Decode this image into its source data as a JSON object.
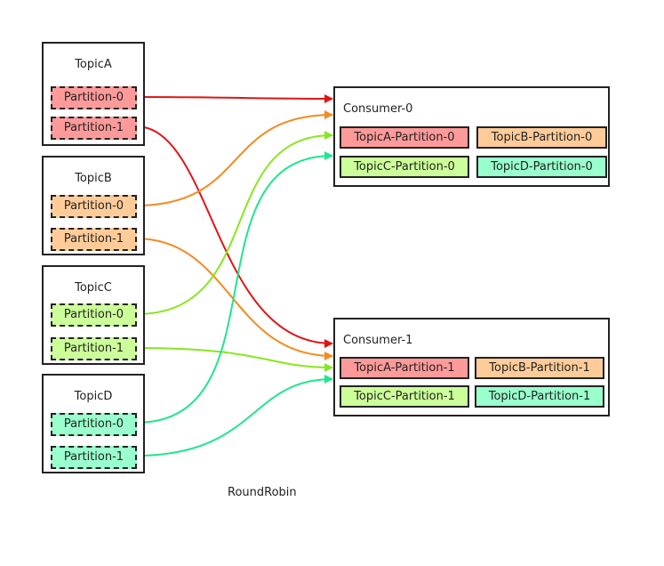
{
  "colors": {
    "topicA": "#ff9a9a",
    "topicB": "#ffcc99",
    "topicC": "#ccff99",
    "topicD": "#99ffcc",
    "edgeA": "#e11414",
    "edgeB": "#f58a1f",
    "edgeC": "#88e61e",
    "edgeD": "#1ee68c"
  },
  "topics": [
    {
      "title": "TopicA",
      "partitions": [
        "Partition-0",
        "Partition-1"
      ]
    },
    {
      "title": "TopicB",
      "partitions": [
        "Partition-0",
        "Partition-1"
      ]
    },
    {
      "title": "TopicC",
      "partitions": [
        "Partition-0",
        "Partition-1"
      ]
    },
    {
      "title": "TopicD",
      "partitions": [
        "Partition-0",
        "Partition-1"
      ]
    }
  ],
  "consumers": [
    {
      "title": "Consumer-0",
      "assignments": [
        "TopicA-Partition-0",
        "TopicB-Partition-0",
        "TopicC-Partition-0",
        "TopicD-Partition-0"
      ]
    },
    {
      "title": "Consumer-1",
      "assignments": [
        "TopicA-Partition-1",
        "TopicB-Partition-1",
        "TopicC-Partition-1",
        "TopicD-Partition-1"
      ]
    }
  ],
  "caption": "RoundRobin"
}
